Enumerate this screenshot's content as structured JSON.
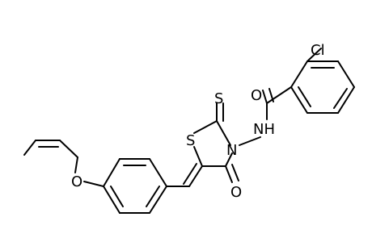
{
  "molecule": {
    "atoms": [
      {
        "id": "Cl",
        "label": "Cl"
      },
      {
        "id": "O1",
        "label": "O"
      },
      {
        "id": "NH",
        "label": "NH"
      },
      {
        "id": "N3",
        "label": "N"
      },
      {
        "id": "S2",
        "label": "S"
      },
      {
        "id": "S1",
        "label": "S"
      },
      {
        "id": "O4",
        "label": "O"
      },
      {
        "id": "Oeth",
        "label": "O"
      }
    ],
    "colors": {
      "bond": "#000000",
      "label": "#000000",
      "background": "#ffffff"
    }
  }
}
